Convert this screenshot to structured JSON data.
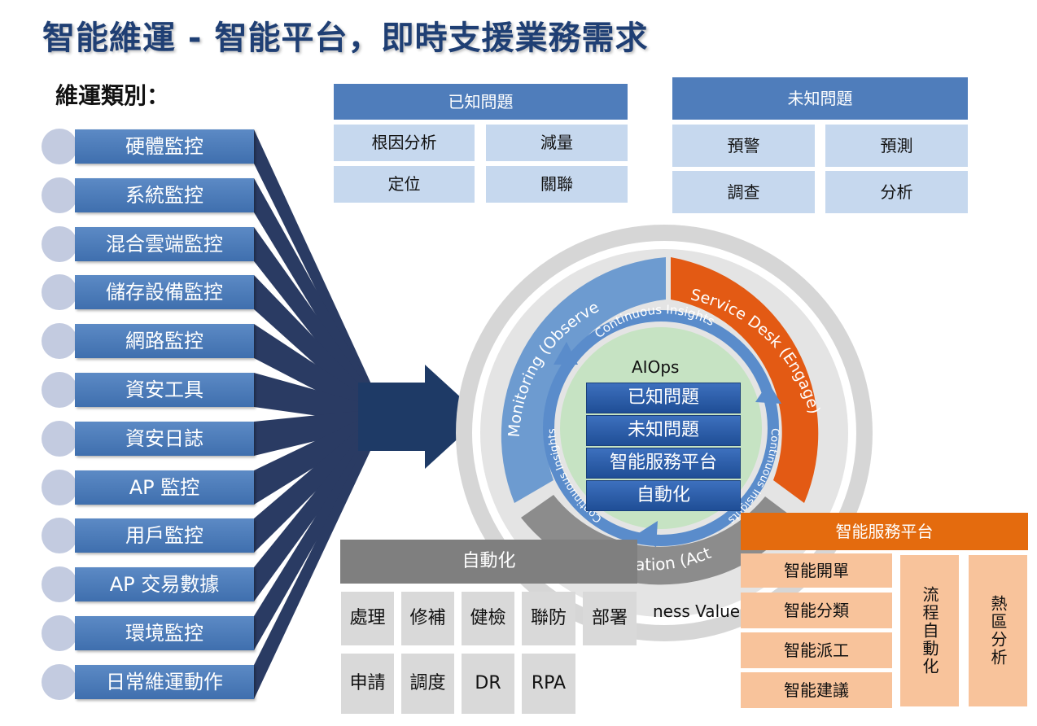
{
  "title": "智能維運 - 智能平台，即時支援業務需求",
  "categories_label": "維運類別：",
  "categories": [
    "硬體監控",
    "系統監控",
    "混合雲端監控",
    "儲存設備監控",
    "網路監控",
    "資安工具",
    "資安日誌",
    "AP 監控",
    "用戶監控",
    "AP 交易數據",
    "環境監控",
    "日常維運動作"
  ],
  "known_issues": {
    "header": "已知問題",
    "cells": [
      "根因分析",
      "減量",
      "定位",
      "關聯"
    ]
  },
  "unknown_issues": {
    "header": "未知問題",
    "cells": [
      "預警",
      "預測",
      "調查",
      "分析"
    ]
  },
  "cycle": {
    "monitoring": "Monitoring (Observe)",
    "service_desk": "Service Desk (Engage)",
    "automation_partial": "ation (Act)",
    "business_partial": "ness Value",
    "insights_top": "Continuous Insights",
    "insights_right": "Continuous Insights",
    "insights_left": "Continuous Insights",
    "center": "AIOps",
    "stack": [
      "已知問題",
      "未知問題",
      "智能服務平台",
      "自動化"
    ]
  },
  "automation": {
    "header": "自動化",
    "row1": [
      "處理",
      "修補",
      "健檢",
      "聯防",
      "部署"
    ],
    "row2": [
      "申請",
      "調度",
      "DR",
      "RPA"
    ]
  },
  "smart_platform": {
    "header": "智能服務平台",
    "items": [
      "智能開單",
      "智能分類",
      "智能派工",
      "智能建議"
    ],
    "col1": "流程自動化",
    "col2": "熱區分析"
  },
  "colors": {
    "title": "#1f3f74",
    "cat_box": "#4f7dbb",
    "dark_navy": "#1f3a66",
    "orange": "#e46b0e",
    "light_blue": "#c6d8ee",
    "gray": "#7f7f7f"
  }
}
